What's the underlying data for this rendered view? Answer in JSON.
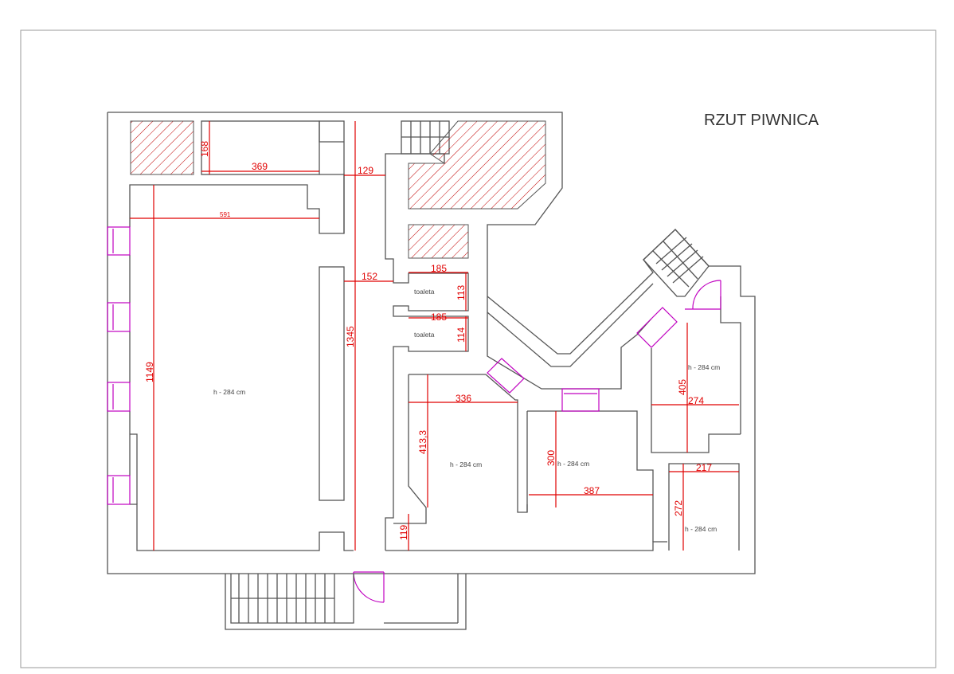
{
  "title": "RZUT PIWNICA",
  "colors": {
    "walls": "#555555",
    "dimensions": "#e00000",
    "openings": "#c000c0",
    "hatch": "#c00000"
  },
  "rooms": {
    "toilet_1": "toaleta",
    "toilet_2": "toaleta",
    "big_hall_height": "h - 284 cm",
    "room_a_height": "h - 284 cm",
    "room_b_height": "h - 284 cm",
    "room_c_height": "h - 284 cm",
    "room_d_height": "h - 284 cm"
  },
  "dimensions": {
    "d168": "168",
    "d369": "369",
    "d129": "129",
    "d591": "591",
    "d1149": "1149",
    "d1345": "1345",
    "d152": "152",
    "d185a": "185",
    "d113": "113",
    "d185b": "185",
    "d114": "114",
    "d336": "336",
    "d4133": "413,3",
    "d119": "119",
    "d300": "300",
    "d387": "387",
    "d405": "405",
    "d274": "274",
    "d217": "217",
    "d272": "272"
  }
}
